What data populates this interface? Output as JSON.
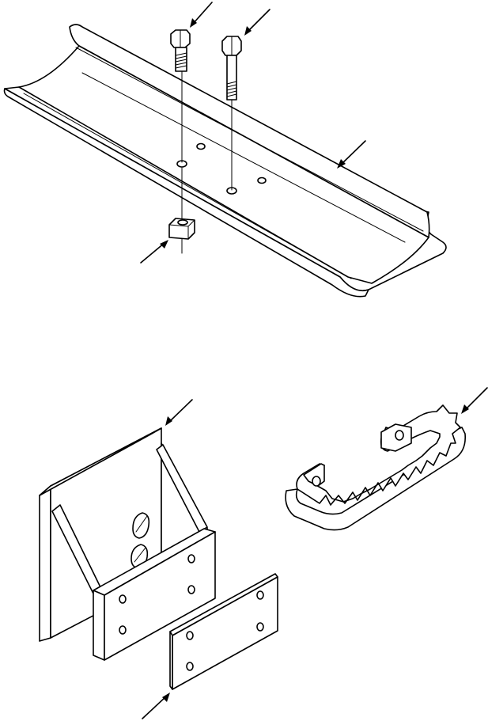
{
  "figure": {
    "background": "#ffffff",
    "line_color": "#000000",
    "parts": [
      {
        "id": "track-shoe",
        "callouts": 1
      },
      {
        "id": "cap-screw",
        "count": 2,
        "callouts": 2
      },
      {
        "id": "square-nut",
        "callouts": 1
      },
      {
        "id": "mounting-bracket",
        "callouts": 1
      },
      {
        "id": "mounting-plate",
        "callouts": 1
      },
      {
        "id": "serrated-clamp",
        "callouts": 1
      }
    ]
  }
}
